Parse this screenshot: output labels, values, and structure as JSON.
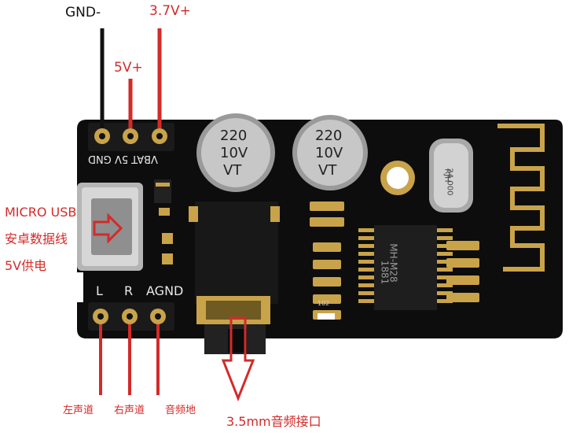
{
  "colors": {
    "annotation_red": "#d42a2a",
    "gnd_black": "#111111",
    "pcb_black": "#0d0d0d",
    "gold_pad": "#c9a34a",
    "silkscreen": "#e8e8e8"
  },
  "callouts": {
    "gnd": "GND-",
    "v37": "3.7V+",
    "v5": "5V+",
    "usb_line1": "MICRO USB",
    "usb_line2": "安卓数据线",
    "usb_line3": "5V供电",
    "left_channel": "左声道",
    "right_channel": "右声道",
    "audio_ground": "音频地",
    "jack": "3.5mm音频接口"
  },
  "silkscreen": {
    "top_pins": "VBAT 5V GND",
    "left": "L",
    "right": "R",
    "agnd": "AGND",
    "cap1_value": "220",
    "cap1_voltage": "10V",
    "cap1_series": "VT",
    "cap2_value": "220",
    "cap2_voltage": "10V",
    "cap2_series": "VT",
    "chip_line1": "MH-M28",
    "chip_line2": "1881",
    "crystal_line1": "RJH",
    "crystal_line2": "24.000",
    "small_marking": "102"
  }
}
